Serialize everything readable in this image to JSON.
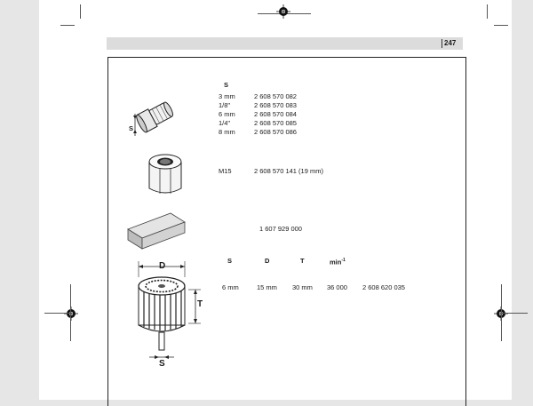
{
  "page_number": "247",
  "collet_table": {
    "header": "S",
    "rows": [
      {
        "size": "3 mm",
        "part": "2 608 570 082"
      },
      {
        "size": "1/8\"",
        "part": "2 608 570 083"
      },
      {
        "size": "6 mm",
        "part": "2 608 570 084"
      },
      {
        "size": "1/4\"",
        "part": "2 608 570 085"
      },
      {
        "size": "8 mm",
        "part": "2 608 570 086"
      }
    ],
    "figure_label": "S"
  },
  "nut": {
    "label": "M15",
    "part": "2 608 570 141 (19 mm)"
  },
  "block": {
    "part": "1 607 929 000"
  },
  "drum": {
    "headers": [
      "S",
      "D",
      "T",
      "min",
      "-1"
    ],
    "values": [
      "6 mm",
      "15 mm",
      "30 mm",
      "36 000",
      "2 608 620 035"
    ],
    "figure_labels": {
      "d": "D",
      "t": "T",
      "s": "S"
    }
  }
}
